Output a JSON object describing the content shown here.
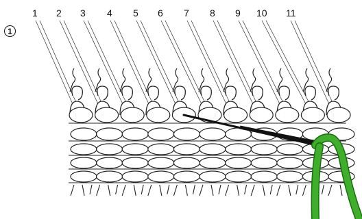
{
  "step_marker": "1",
  "needle_labels": [
    "1",
    "2",
    "3",
    "4",
    "5",
    "6",
    "7",
    "8",
    "9",
    "10",
    "11"
  ],
  "colors": {
    "outline": "#222222",
    "loop_fill": "#ffffff",
    "guide_line": "#444444",
    "yarn": "#3fae2a",
    "yarn_edge": "#1b6e12",
    "tool": "#111111"
  }
}
